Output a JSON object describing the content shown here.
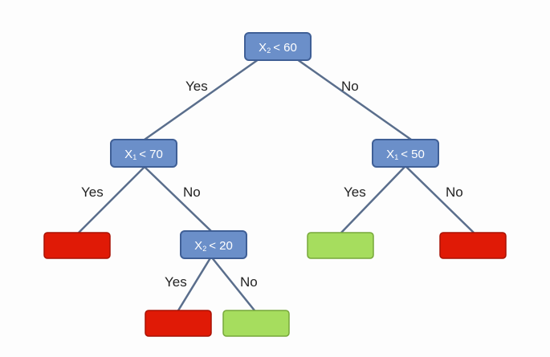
{
  "colors": {
    "decision_fill": "#6b8fc9",
    "decision_stroke": "#3f5f96",
    "red_leaf": "#e01a06",
    "red_leaf_stroke": "#a81204",
    "green_leaf": "#a6dd5e",
    "green_leaf_stroke": "#77a83a",
    "edge": "#5a6e8c"
  },
  "nodes": {
    "root": {
      "var": "X",
      "sub": "2",
      "op": "< 60"
    },
    "left": {
      "var": "X",
      "sub": "1",
      "op": "< 70"
    },
    "right": {
      "var": "X",
      "sub": "1",
      "op": "< 50"
    },
    "left_no": {
      "var": "X",
      "sub": "2",
      "op": "< 20"
    }
  },
  "leaves": {
    "left_yes": "red",
    "left_no_yes": "red",
    "left_no_no": "green",
    "right_yes": "green",
    "right_no": "red"
  },
  "edge_labels": {
    "root_yes": "Yes",
    "root_no": "No",
    "left_yes": "Yes",
    "left_no": "No",
    "right_yes": "Yes",
    "right_no": "No",
    "left_no_yes": "Yes",
    "left_no_no": "No"
  }
}
